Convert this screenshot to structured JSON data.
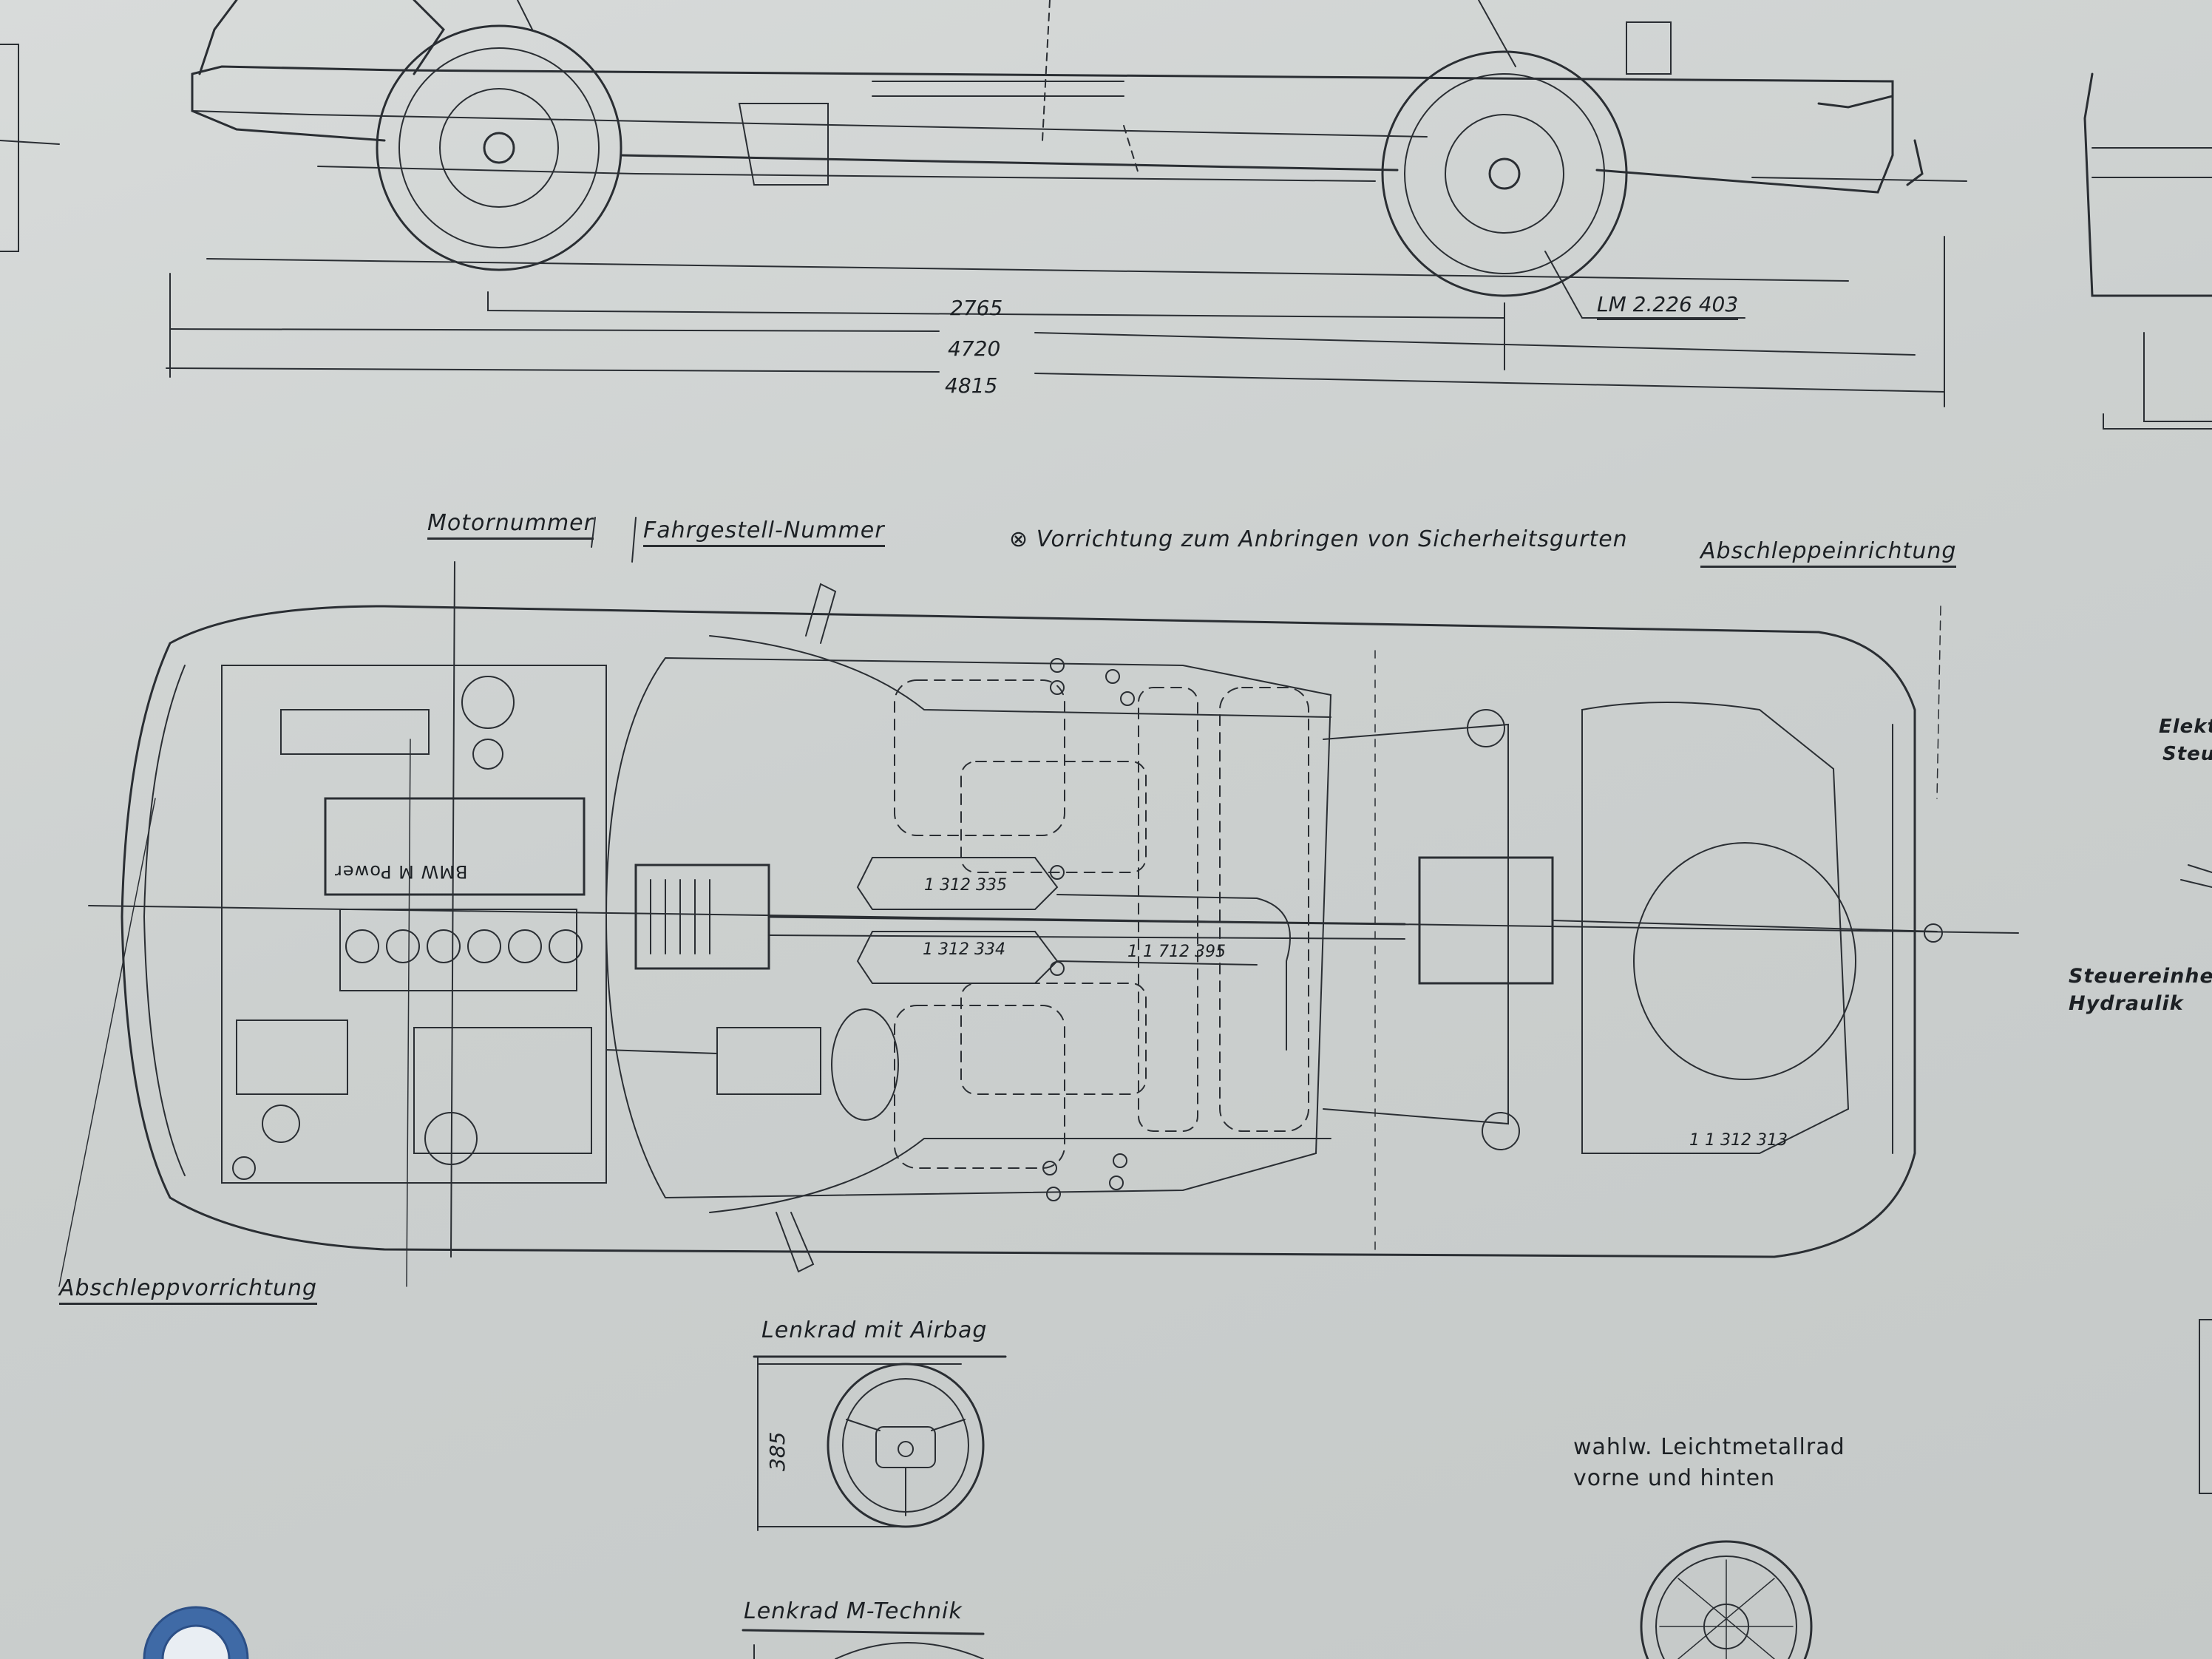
{
  "dimensions": {
    "wheelbase": "2765",
    "length_a": "4720",
    "length_b": "4815",
    "wheel_spec": "LM 2.226 403",
    "steering_wheel_diameter": "385"
  },
  "labels": {
    "motornummer": "Motornummer",
    "fahrgestell": "Fahrgestell-Nummer",
    "sicherheitsgurte": "Vorrichtung zum Anbringen von Sicherheitsgurten",
    "sicherheitsgurte_symbol": "⊗",
    "abschleppeinrichtung": "Abschleppeinrichtung",
    "abschleppvorrichtung": "Abschleppvorrichtung",
    "lenkrad_airbag": "Lenkrad mit Airbag",
    "leichtmetallrad_line1": "wahlw. Leichtmetallrad",
    "leichtmetallrad_line2": "vorne und hinten",
    "lenkrad_mtechnik": "Lenkrad M-Technik",
    "steuereinheit_line1": "Steuereinheit",
    "steuereinheit_line2": "Hydraulik",
    "elekt_line1": "Elekt",
    "elekt_line2": "Steu",
    "engine_cover": "BMW M Power"
  },
  "part_numbers": {
    "cat_upper": "1 312 335",
    "cat_lower": "1 312 334",
    "mid_pipe": "1 1 712 395",
    "rear_muffler": "1 1 312 313"
  }
}
